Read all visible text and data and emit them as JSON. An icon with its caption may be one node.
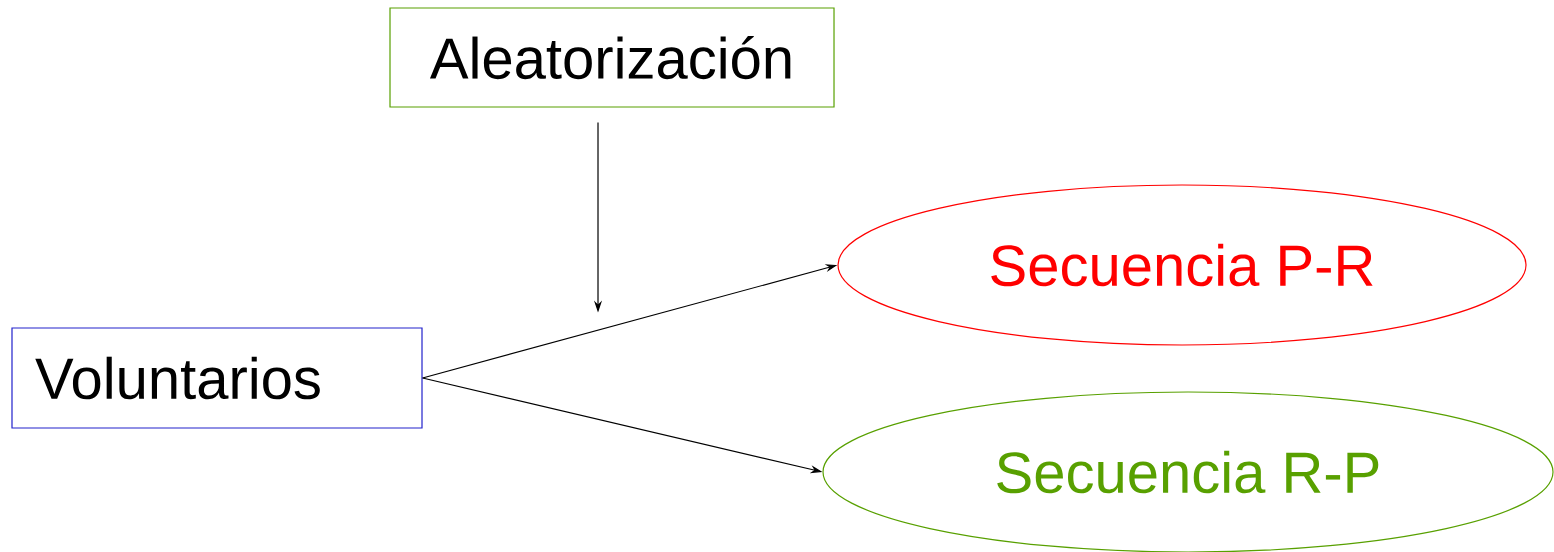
{
  "diagram": {
    "nodes": [
      {
        "text": [
          "Aleatorización"
        ]
      },
      {
        "text": [
          "Voluntarios"
        ]
      },
      {
        "text": [
          "Secuencia P-R"
        ]
      },
      {
        "text": [
          "Secuencia R-P"
        ]
      }
    ],
    "edges": [
      {
        "from": 0,
        "to": null,
        "arrow": "to"
      },
      {
        "from": 1,
        "to": 2,
        "arrow": "to"
      },
      {
        "from": 1,
        "to": 3,
        "arrow": "to"
      }
    ]
  }
}
